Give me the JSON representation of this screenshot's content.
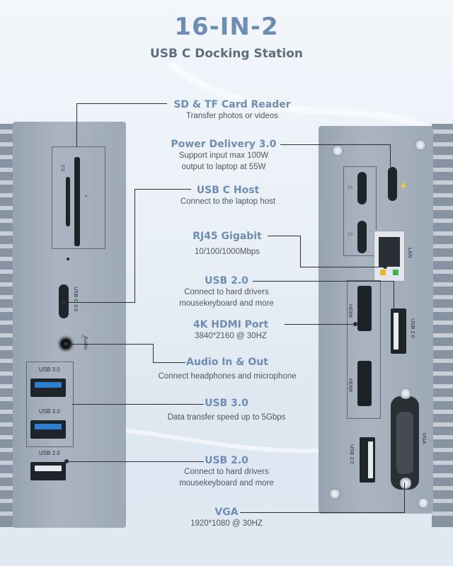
{
  "header": {
    "title": "16-IN-2",
    "subtitle": "USB C Docking Station"
  },
  "features": [
    {
      "id": "sd",
      "title": "SD & TF Card Reader",
      "lines": [
        "Transfer photos or videos"
      ]
    },
    {
      "id": "pd",
      "title": "Power Delivery 3.0",
      "lines": [
        "Support input max 100W",
        "output to laptop at 55W"
      ]
    },
    {
      "id": "usbc",
      "title": "USB C Host",
      "lines": [
        "Connect to the laptop host"
      ]
    },
    {
      "id": "rj45",
      "title": "RJ45 Gigabit",
      "lines": [
        "10/100/1000Mbps"
      ]
    },
    {
      "id": "usb2a",
      "title": "USB 2.0",
      "lines": [
        "Connect to hard drivers",
        "mousekeyboard and more"
      ]
    },
    {
      "id": "hdmi",
      "title": "4K HDMI Port",
      "lines": [
        "3840*2160 @ 30HZ"
      ]
    },
    {
      "id": "audio",
      "title": "Audio In & Out",
      "lines": [
        "Connect headphones and microphone"
      ]
    },
    {
      "id": "usb3",
      "title": "USB 3.0",
      "lines": [
        "Data transfer speed up to 5Gbps"
      ]
    },
    {
      "id": "usb2b",
      "title": "USB 2.0",
      "lines": [
        "Connect to hard drivers",
        "mousekeyboard and more"
      ]
    },
    {
      "id": "vga",
      "title": "VGA",
      "lines": [
        "1920*1080 @ 30HZ"
      ]
    }
  ],
  "device_labels": {
    "usb_c_30": "USB C 3.0",
    "audio": "Audio",
    "usb30_a": "USB 3.0",
    "usb30_b": "USB 3.0",
    "usb20_front": "USB 2.0",
    "lan": "LAN",
    "usb20_back_a": "USB 2.0",
    "usb20_back_b": "USB 2.0",
    "vga": "VGA",
    "hdmi_a": "HDMI",
    "hdmi_b": "HDMI"
  },
  "colors": {
    "accent": "#6e8db2",
    "usb3_blue": "#2f7fd0"
  }
}
